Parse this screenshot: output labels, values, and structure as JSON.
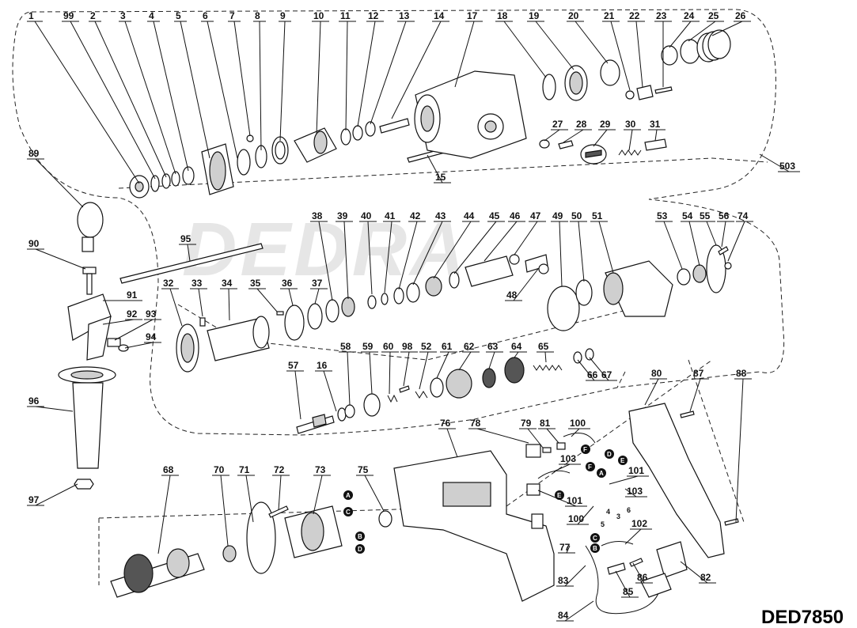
{
  "model": "DED7850",
  "watermark": "DEDRA",
  "callouts": [
    {
      "id": "c1",
      "text": "1"
    },
    {
      "id": "c99",
      "text": "99"
    },
    {
      "id": "c2",
      "text": "2"
    },
    {
      "id": "c3",
      "text": "3"
    },
    {
      "id": "c4",
      "text": "4"
    },
    {
      "id": "c5",
      "text": "5"
    },
    {
      "id": "c6",
      "text": "6"
    },
    {
      "id": "c7",
      "text": "7"
    },
    {
      "id": "c8",
      "text": "8"
    },
    {
      "id": "c9",
      "text": "9"
    },
    {
      "id": "c10",
      "text": "10"
    },
    {
      "id": "c11",
      "text": "11"
    },
    {
      "id": "c12",
      "text": "12"
    },
    {
      "id": "c13",
      "text": "13"
    },
    {
      "id": "c14",
      "text": "14"
    },
    {
      "id": "c17",
      "text": "17"
    },
    {
      "id": "c18",
      "text": "18"
    },
    {
      "id": "c19",
      "text": "19"
    },
    {
      "id": "c20",
      "text": "20"
    },
    {
      "id": "c21",
      "text": "21"
    },
    {
      "id": "c22",
      "text": "22"
    },
    {
      "id": "c23",
      "text": "23"
    },
    {
      "id": "c24",
      "text": "24"
    },
    {
      "id": "c25",
      "text": "25"
    },
    {
      "id": "c26",
      "text": "26"
    },
    {
      "id": "c27",
      "text": "27"
    },
    {
      "id": "c28",
      "text": "28"
    },
    {
      "id": "c29",
      "text": "29"
    },
    {
      "id": "c30",
      "text": "30"
    },
    {
      "id": "c31",
      "text": "31"
    },
    {
      "id": "c15",
      "text": "15"
    },
    {
      "id": "c503",
      "text": "503"
    },
    {
      "id": "c89",
      "text": "89"
    },
    {
      "id": "c95",
      "text": "95"
    },
    {
      "id": "c90",
      "text": "90"
    },
    {
      "id": "c91",
      "text": "91"
    },
    {
      "id": "c92",
      "text": "92"
    },
    {
      "id": "c93",
      "text": "93"
    },
    {
      "id": "c94",
      "text": "94"
    },
    {
      "id": "c96",
      "text": "96"
    },
    {
      "id": "c97",
      "text": "97"
    },
    {
      "id": "c38",
      "text": "38"
    },
    {
      "id": "c39",
      "text": "39"
    },
    {
      "id": "c40",
      "text": "40"
    },
    {
      "id": "c41",
      "text": "41"
    },
    {
      "id": "c42",
      "text": "42"
    },
    {
      "id": "c43",
      "text": "43"
    },
    {
      "id": "c44",
      "text": "44"
    },
    {
      "id": "c45",
      "text": "45"
    },
    {
      "id": "c46",
      "text": "46"
    },
    {
      "id": "c47",
      "text": "47"
    },
    {
      "id": "c49",
      "text": "49"
    },
    {
      "id": "c50",
      "text": "50"
    },
    {
      "id": "c51",
      "text": "51"
    },
    {
      "id": "c53",
      "text": "53"
    },
    {
      "id": "c54",
      "text": "54"
    },
    {
      "id": "c55",
      "text": "55"
    },
    {
      "id": "c56",
      "text": "56"
    },
    {
      "id": "c74",
      "text": "74"
    },
    {
      "id": "c48",
      "text": "48"
    },
    {
      "id": "c32",
      "text": "32"
    },
    {
      "id": "c33",
      "text": "33"
    },
    {
      "id": "c34",
      "text": "34"
    },
    {
      "id": "c35",
      "text": "35"
    },
    {
      "id": "c36",
      "text": "36"
    },
    {
      "id": "c37",
      "text": "37"
    },
    {
      "id": "c58",
      "text": "58"
    },
    {
      "id": "c59",
      "text": "59"
    },
    {
      "id": "c60",
      "text": "60"
    },
    {
      "id": "c98",
      "text": "98"
    },
    {
      "id": "c52",
      "text": "52"
    },
    {
      "id": "c61",
      "text": "61"
    },
    {
      "id": "c62",
      "text": "62"
    },
    {
      "id": "c63",
      "text": "63"
    },
    {
      "id": "c64",
      "text": "64"
    },
    {
      "id": "c65",
      "text": "65"
    },
    {
      "id": "c66",
      "text": "66"
    },
    {
      "id": "c67",
      "text": "67"
    },
    {
      "id": "c57",
      "text": "57"
    },
    {
      "id": "c16",
      "text": "16"
    },
    {
      "id": "c80",
      "text": "80"
    },
    {
      "id": "c87",
      "text": "87"
    },
    {
      "id": "c88",
      "text": "88"
    },
    {
      "id": "c76",
      "text": "76"
    },
    {
      "id": "c78",
      "text": "78"
    },
    {
      "id": "c79",
      "text": "79"
    },
    {
      "id": "c81",
      "text": "81"
    },
    {
      "id": "c100a",
      "text": "100"
    },
    {
      "id": "c103a",
      "text": "103"
    },
    {
      "id": "c101a",
      "text": "101"
    },
    {
      "id": "c101b",
      "text": "101"
    },
    {
      "id": "c103b",
      "text": "103"
    },
    {
      "id": "c100b",
      "text": "100"
    },
    {
      "id": "c102",
      "text": "102"
    },
    {
      "id": "c68",
      "text": "68"
    },
    {
      "id": "c70",
      "text": "70"
    },
    {
      "id": "c71",
      "text": "71"
    },
    {
      "id": "c72",
      "text": "72"
    },
    {
      "id": "c73",
      "text": "73"
    },
    {
      "id": "c75",
      "text": "75"
    },
    {
      "id": "c77",
      "text": "77"
    },
    {
      "id": "c83",
      "text": "83"
    },
    {
      "id": "c84",
      "text": "84"
    },
    {
      "id": "c85",
      "text": "85"
    },
    {
      "id": "c86",
      "text": "86"
    },
    {
      "id": "c82",
      "text": "82"
    }
  ],
  "terminal_numbers": {
    "t5": "5",
    "t4": "4",
    "t3": "3",
    "t6": "6"
  },
  "bullets": {
    "A": "A",
    "B": "B",
    "C": "C",
    "D": "D",
    "E": "E",
    "F": "F"
  },
  "colors": {
    "ink": "#111111",
    "watermark": "#e6e6e6",
    "background": "#ffffff"
  }
}
